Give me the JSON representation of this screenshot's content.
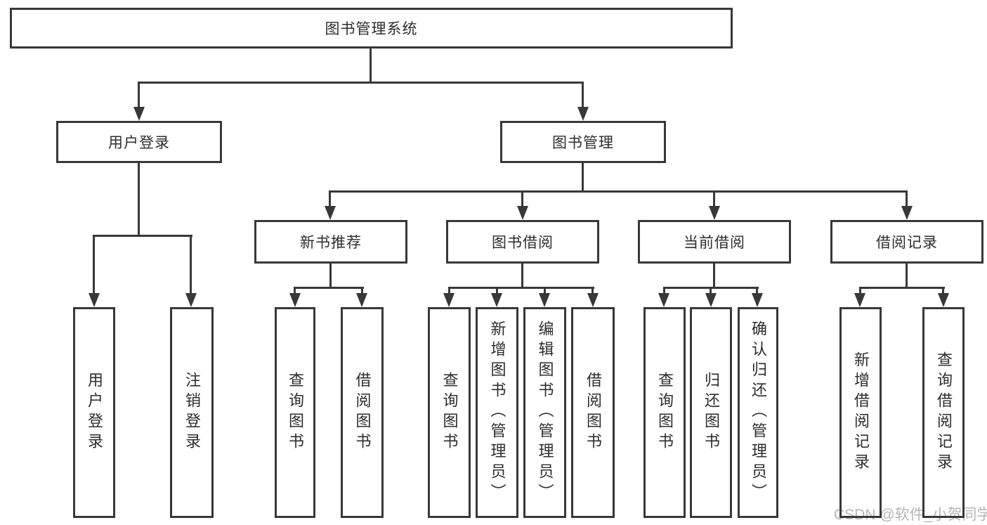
{
  "diagram": {
    "root": {
      "label": "图书管理系统"
    },
    "branches": [
      {
        "label": "用户登录",
        "children": [
          {
            "label": "用户登录"
          },
          {
            "label": "注销登录"
          }
        ]
      },
      {
        "label": "图书管理",
        "children": [
          {
            "label": "新书推荐",
            "children": [
              {
                "label": "查询图书"
              },
              {
                "label": "借阅图书"
              }
            ]
          },
          {
            "label": "图书借阅",
            "children": [
              {
                "label": "查询图书"
              },
              {
                "label": "新增图书（管理员）"
              },
              {
                "label": "编辑图书（管理员）"
              },
              {
                "label": "借阅图书"
              }
            ]
          },
          {
            "label": "当前借阅",
            "children": [
              {
                "label": "查询图书"
              },
              {
                "label": "归还图书"
              },
              {
                "label": "确认归还（管理员）"
              }
            ]
          },
          {
            "label": "借阅记录",
            "children": [
              {
                "label": "新增借阅记录"
              },
              {
                "label": "查询借阅记录"
              }
            ]
          }
        ]
      }
    ],
    "watermark": "CSDN @软件_小贺同学",
    "colors": {
      "line": "#383838",
      "text": "#2d2d2d",
      "watermark": "#b5b5b5",
      "background": "#ffffff"
    }
  }
}
